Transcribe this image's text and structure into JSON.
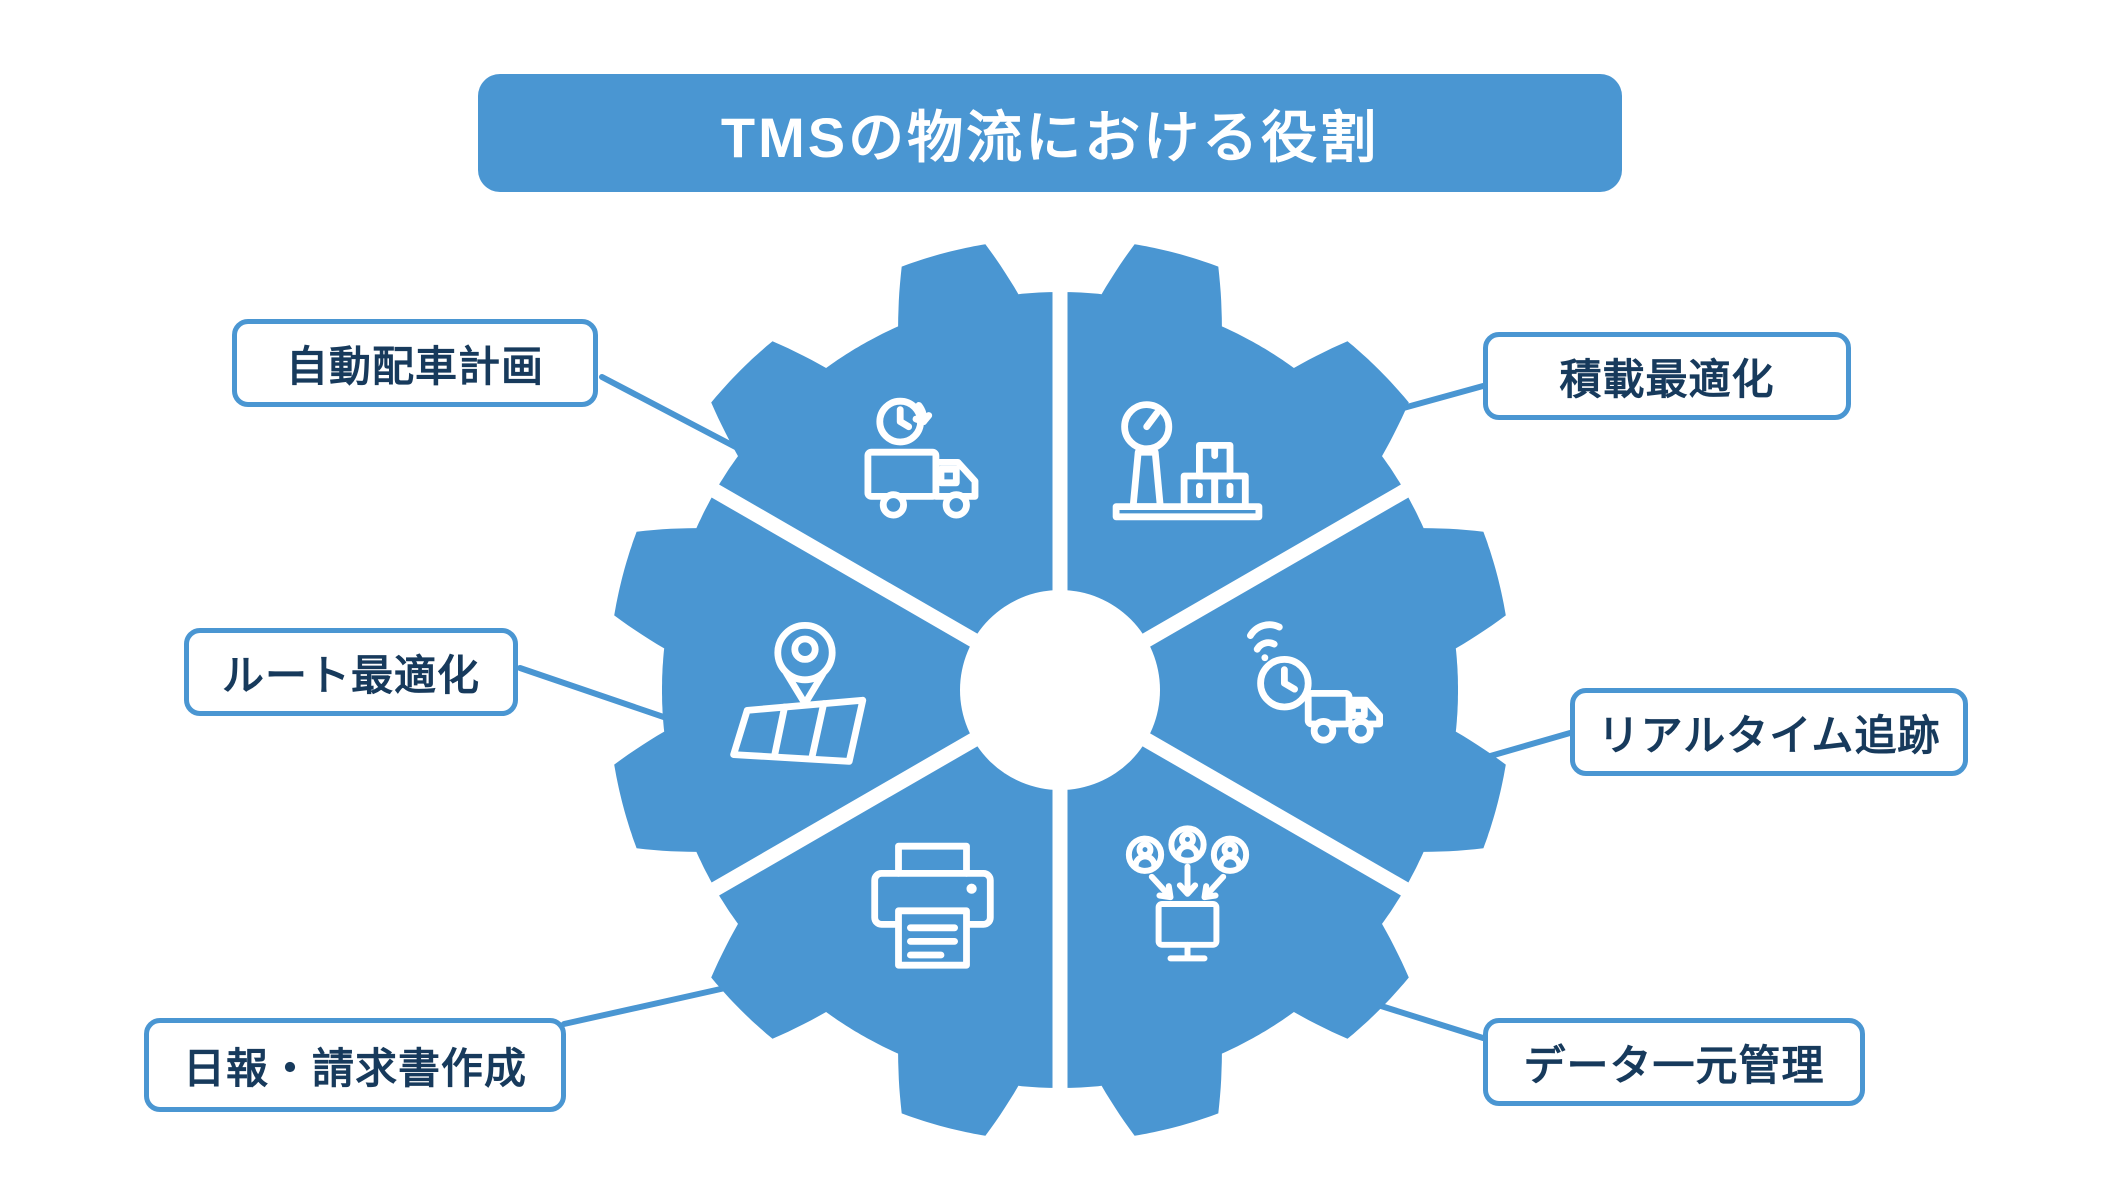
{
  "title": "TMSの物流における役割",
  "colors": {
    "primary": "#4a96d2",
    "label_text": "#173a5c",
    "icon": "#ffffff",
    "background": "#ffffff"
  },
  "segments": [
    {
      "label": "自動配車計画",
      "icon": "clock-truck-icon",
      "angle": 120,
      "side": "left"
    },
    {
      "label": "積載最適化",
      "icon": "scale-boxes-icon",
      "angle": 60,
      "side": "right"
    },
    {
      "label": "ルート最適化",
      "icon": "map-pin-icon",
      "angle": 180,
      "side": "left"
    },
    {
      "label": "リアルタイム追跡",
      "icon": "tracking-truck-icon",
      "angle": 0,
      "side": "right"
    },
    {
      "label": "日報・請求書作成",
      "icon": "printer-icon",
      "angle": 240,
      "side": "left"
    },
    {
      "label": "データ一元管理",
      "icon": "users-computer-icon",
      "angle": 300,
      "side": "right"
    }
  ]
}
